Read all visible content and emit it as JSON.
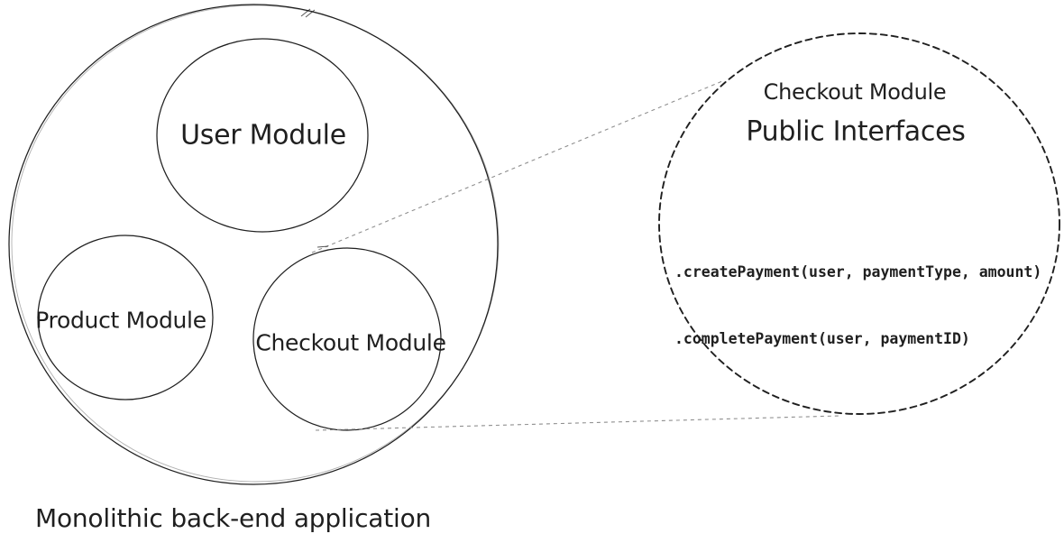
{
  "diagram": {
    "monolith": {
      "caption": "Monolithic back-end application",
      "modules": [
        {
          "id": "user",
          "label": "User Module"
        },
        {
          "id": "product",
          "label": "Product Module"
        },
        {
          "id": "checkout",
          "label": "Checkout Module"
        }
      ]
    },
    "detail": {
      "module_name": "Checkout Module",
      "title": "Public Interfaces",
      "interfaces": [
        ".createPayment(user, paymentType, amount)",
        ".completePayment(user, paymentID)"
      ]
    },
    "colors": {
      "ink": "#1f1f1f",
      "connector": "#8f8f8f",
      "background": "#ffffff"
    }
  }
}
